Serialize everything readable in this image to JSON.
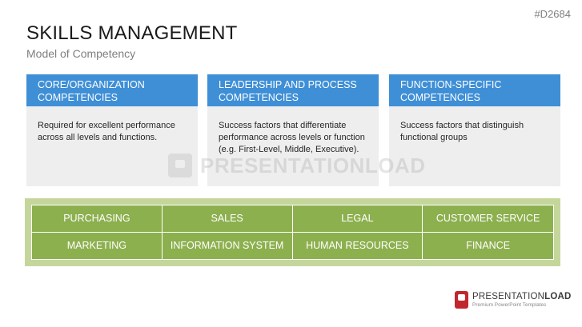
{
  "slide": {
    "code": "#D2684",
    "title": "SKILLS MANAGEMENT",
    "subtitle": "Model of Competency"
  },
  "cards": [
    {
      "header": "CORE/ORGANIZATION COMPETENCIES",
      "body": "Required for excellent performance across all levels and functions."
    },
    {
      "header": "LEADERSHIP AND PROCESS COMPETENCIES",
      "body": "Success factors that differentiate performance across levels or function (e.g. First-Level, Middle, Executive)."
    },
    {
      "header": "FUNCTION-SPECIFIC COMPETENCIES",
      "body": "Success factors that distinguish functional groups"
    }
  ],
  "functions": [
    [
      "PURCHASING",
      "SALES",
      "LEGAL",
      "CUSTOMER SERVICE"
    ],
    [
      "MARKETING",
      "INFORMATION SYSTEM",
      "HUMAN RESOURCES",
      "FINANCE"
    ]
  ],
  "watermark": {
    "text": "PRESENTATIONLOAD",
    "icon": "presentationload-logo-icon"
  },
  "logo": {
    "brand_plain": "PRESENTATION",
    "brand_bold": "LOAD",
    "tagline": "Premium PowerPoint Templates",
    "icon": "presentationload-logo-icon"
  },
  "colors": {
    "card_header": "#3f8fd6",
    "card_body": "#eeeeef",
    "grid_cell": "#8db04f",
    "grid_frame": "#c5d69b",
    "logo_red": "#c0282e"
  }
}
